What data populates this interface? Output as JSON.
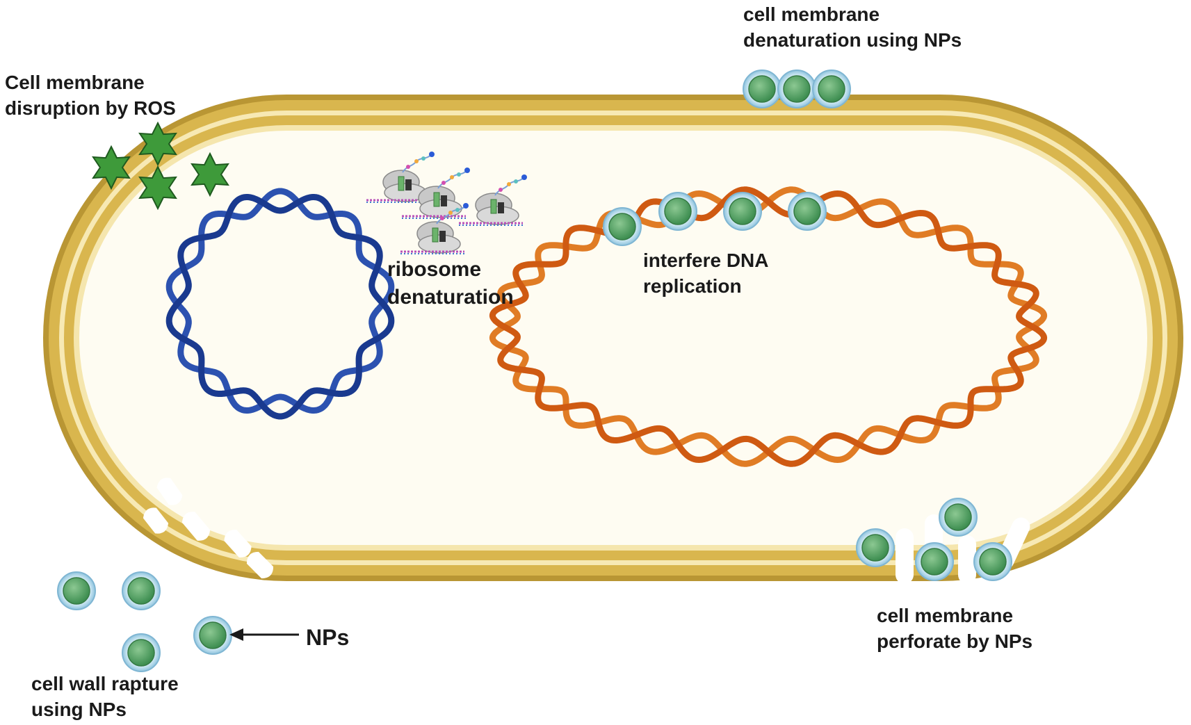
{
  "labels": {
    "ros_line1": "Cell membrane",
    "ros_line2": "disruption by ROS",
    "denat_line1": "cell membrane",
    "denat_line2": "denaturation using NPs",
    "ribosome_line1": "ribosome",
    "ribosome_line2": "denaturation",
    "dna_line1": "interfere DNA",
    "dna_line2": "replication",
    "perforate_line1": "cell membrane",
    "perforate_line2": "perforate by NPs",
    "rapture_line1": "cell wall rapture",
    "rapture_line2": "using NPs",
    "nps": "NPs"
  },
  "colors": {
    "membrane_outer": "#b99634",
    "membrane_band": "#d9b64e",
    "membrane_inner_light": "#f5e6ae",
    "cytoplasm": "#fefcf2",
    "plasmid": "#1a3a8f",
    "chromosome": "#cf5a12",
    "np_fill": "#5da56a",
    "np_ring": "#b9dcec",
    "ros_star": "#3e9a3a"
  },
  "icons": [
    "star-icon",
    "nanoparticle-icon",
    "ribosome-icon",
    "arrow-icon"
  ]
}
